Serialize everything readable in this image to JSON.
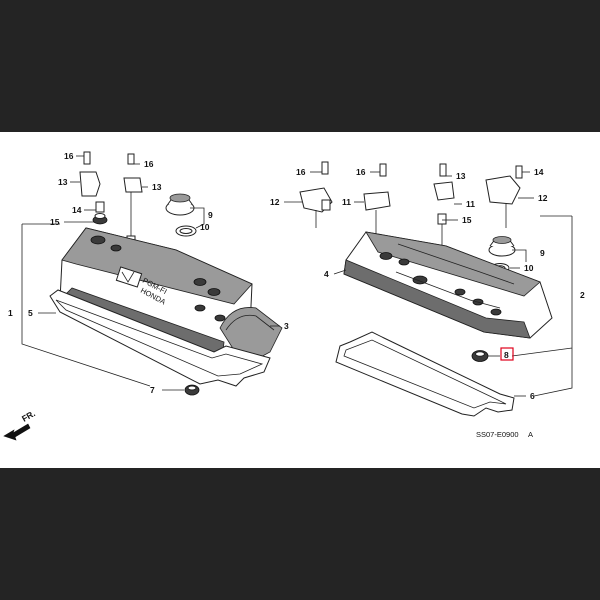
{
  "diagram": {
    "callouts": {
      "c16a": "16",
      "c13a": "13",
      "c14a": "14",
      "c15a": "15",
      "c1": "1",
      "c5": "5",
      "c16b": "16",
      "c13b": "13",
      "c9a": "9",
      "c10a": "10",
      "c3": "3",
      "c7": "7",
      "c16c": "16",
      "c12a": "12",
      "c16d": "16",
      "c11a": "11",
      "c4": "4",
      "c13c": "13",
      "c11b": "11",
      "c15b": "15",
      "c14b": "14",
      "c12b": "12",
      "c9b": "9",
      "c10b": "10",
      "c2": "2",
      "c8": "8",
      "c6": "6"
    },
    "direction_label": "FR.",
    "drawing_code": "SS07-E0900",
    "drawing_suffix": "A",
    "cover_text_left": "HONDA",
    "cover_text_right": "PGM-FI"
  }
}
